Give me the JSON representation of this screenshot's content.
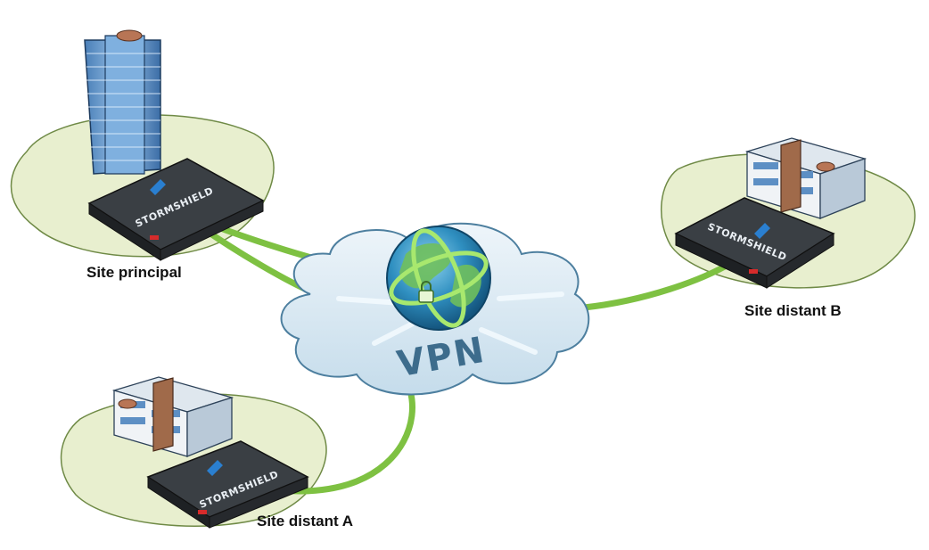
{
  "diagram": {
    "vpn_label": "VPN",
    "brand_label": "STORMSHIELD",
    "sites": [
      {
        "id": "principal",
        "label": "Site principal",
        "building": "tower-building-icon"
      },
      {
        "id": "distant-b",
        "label": "Site distant B",
        "building": "office-building-icon"
      },
      {
        "id": "distant-a",
        "label": "Site distant A",
        "building": "office-building-icon"
      }
    ],
    "colors": {
      "link": "#7ec142",
      "island": "#e8efcf",
      "cloud": "#dbe9f3",
      "appliance": "#2b2f33",
      "accent": "#d62b2b"
    }
  }
}
